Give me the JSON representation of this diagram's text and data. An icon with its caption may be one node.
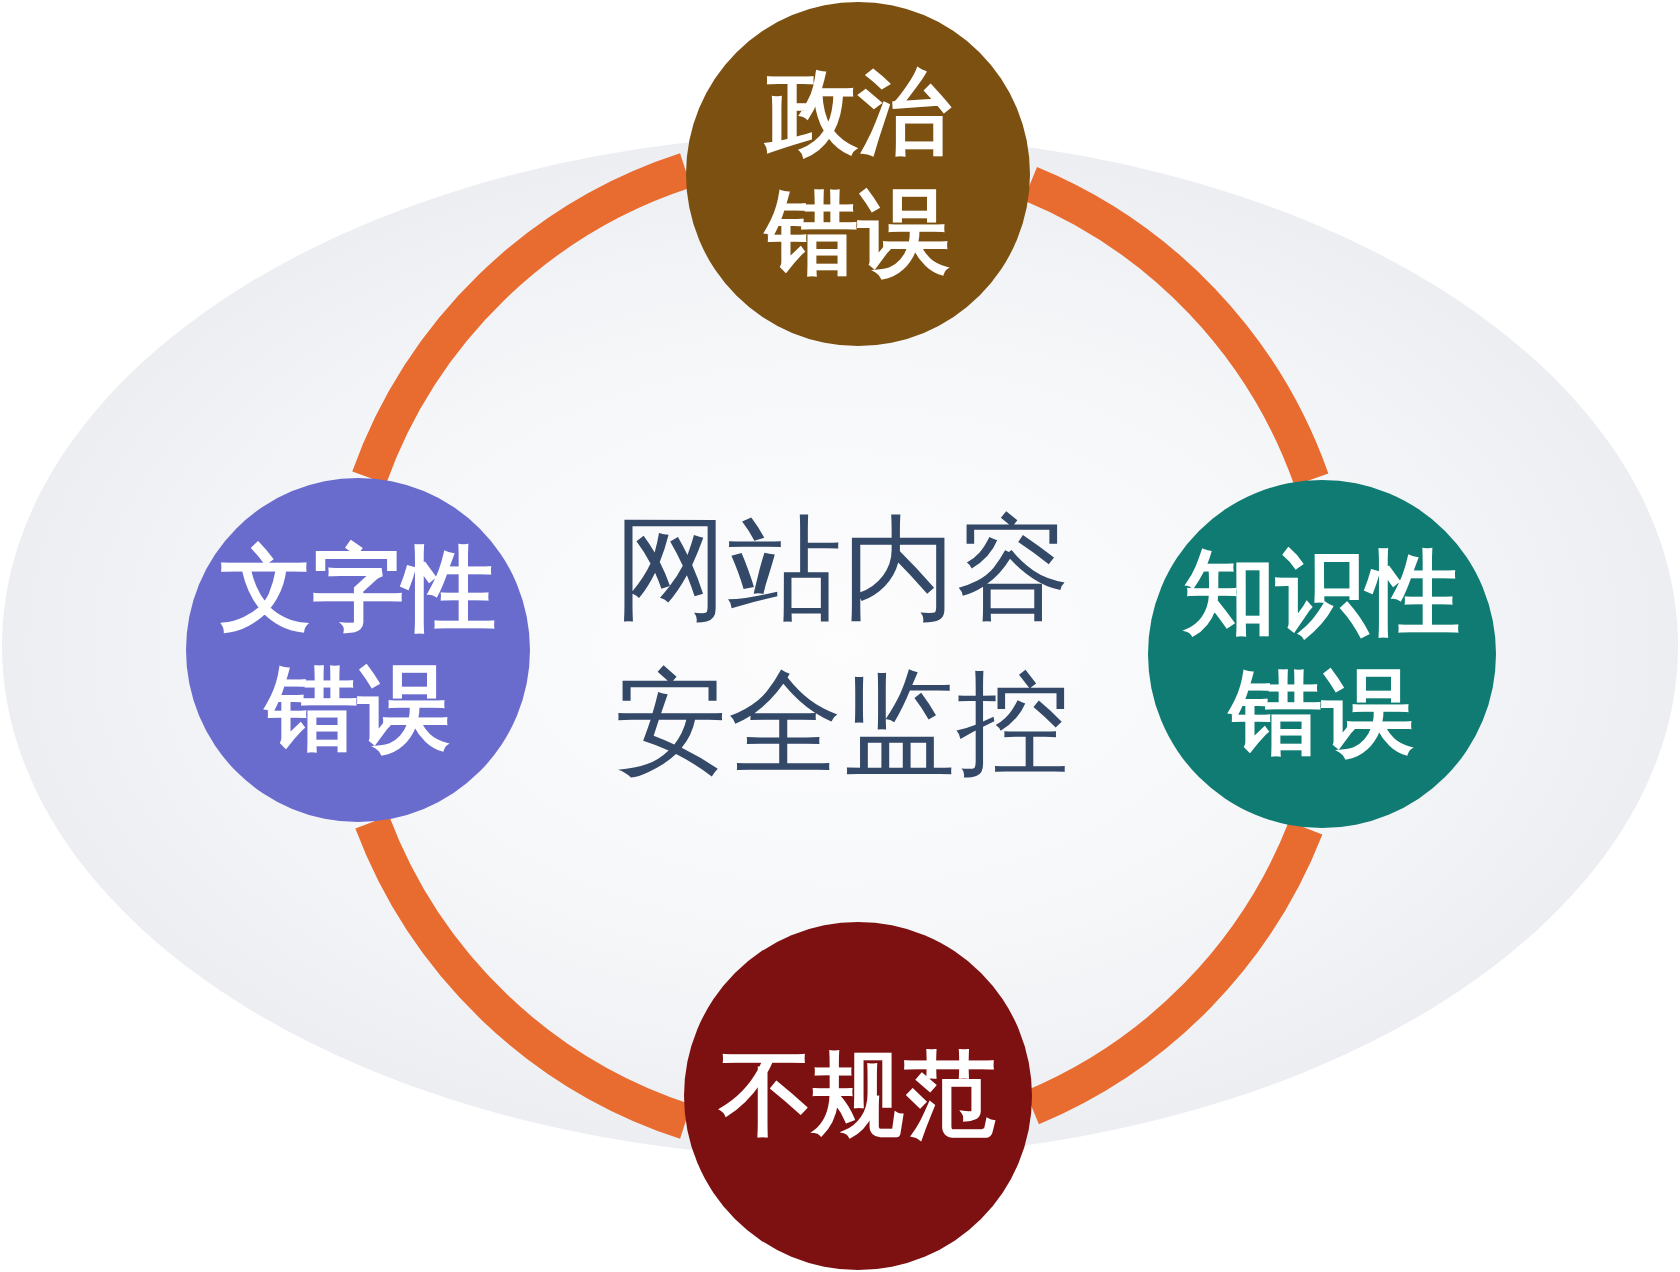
{
  "diagram": {
    "nodes": [
      {
        "text": [
          "政治错误"
        ]
      },
      {
        "text": [
          "文字性错误"
        ]
      },
      {
        "text": [
          "知识性错误"
        ]
      },
      {
        "text": [
          "不规范"
        ]
      }
    ],
    "edges": [
      {
        "from": 0,
        "to": 2,
        "arrow": "none"
      },
      {
        "from": 2,
        "to": 3,
        "arrow": "none"
      },
      {
        "from": 3,
        "to": 1,
        "arrow": "none"
      },
      {
        "from": 1,
        "to": 0,
        "arrow": "none"
      }
    ],
    "labels": [
      "网站内容安全监控"
    ]
  }
}
